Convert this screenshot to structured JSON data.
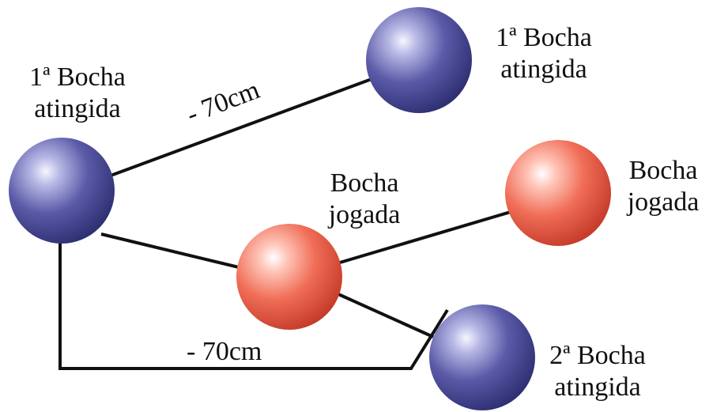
{
  "diagram": {
    "colors": {
      "blue_ball": "#4a4a9c",
      "red_ball": "#e8604e",
      "line": "#111111"
    },
    "balls": [
      {
        "id": "left",
        "kind": "atingida",
        "label_lines": [
          "1ª Bocha",
          "atingida"
        ]
      },
      {
        "id": "top",
        "kind": "atingida",
        "label_lines": [
          "1ª Bocha",
          "atingida"
        ]
      },
      {
        "id": "center",
        "kind": "jogada",
        "label_lines": [
          "Bocha",
          "jogada"
        ]
      },
      {
        "id": "right",
        "kind": "jogada",
        "label_lines": [
          "Bocha",
          "jogada"
        ]
      },
      {
        "id": "bottom",
        "kind": "atingida",
        "label_lines": [
          "2ª Bocha",
          "atingida"
        ]
      }
    ],
    "distance_top": "- 70cm",
    "distance_bottom": "- 70cm"
  }
}
